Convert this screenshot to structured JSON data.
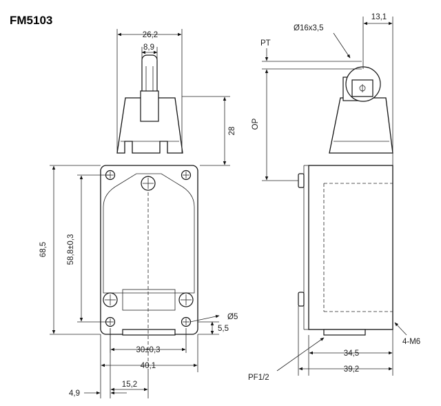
{
  "title": "FM5103",
  "front": {
    "width_top": "26,2",
    "lever_width": "8,9",
    "head_height": "28",
    "body_height": "68,5",
    "hole_spacing_v": "58,8±0,3",
    "hole_diameter": "Ø5",
    "hole_offset": "5,5",
    "hole_spacing_h": "30±0,3",
    "body_width": "40,1",
    "left_offset": "4,9",
    "center_offset": "15,2"
  },
  "side": {
    "roller": "Ø16x3,5",
    "roller_offset": "13,1",
    "pt": "PT",
    "op": "OP",
    "depth_base": "34,5",
    "depth_total": "39,2",
    "conduit": "PF1/2",
    "mount": "4-M6"
  }
}
